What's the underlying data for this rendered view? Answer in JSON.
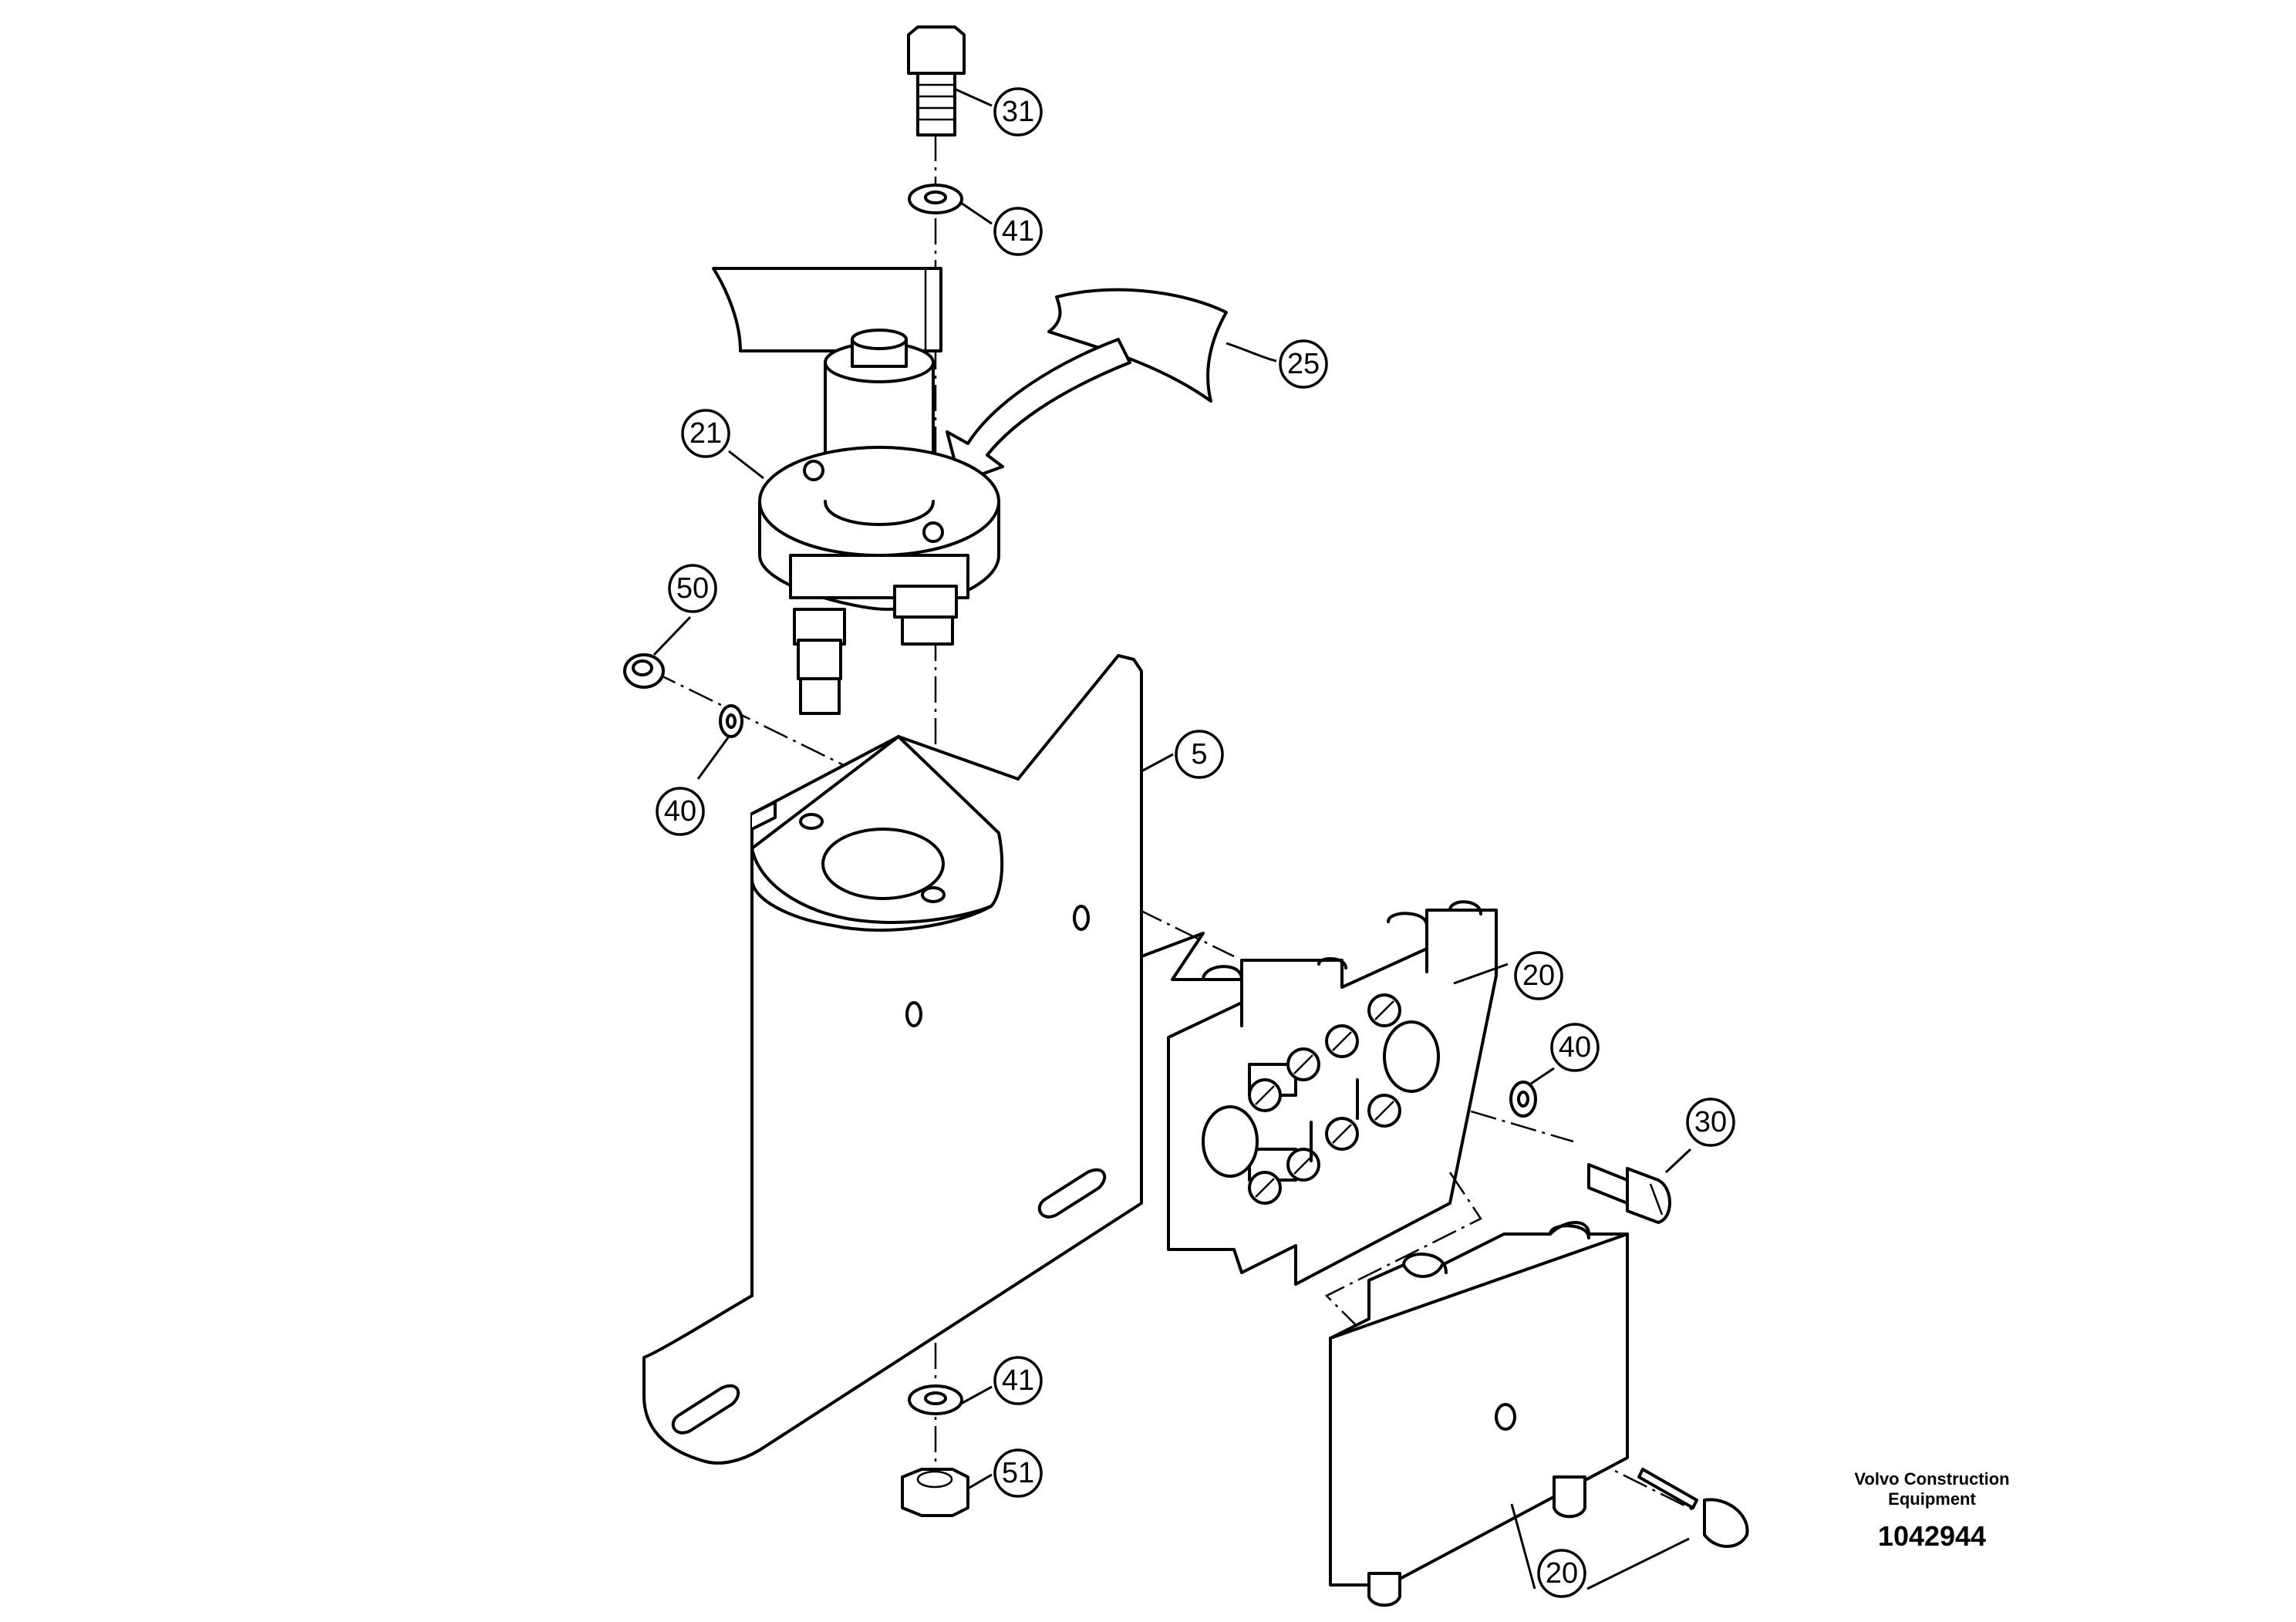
{
  "diagram": {
    "callouts": [
      {
        "id": "c31",
        "label": "31"
      },
      {
        "id": "c41a",
        "label": "41"
      },
      {
        "id": "c25",
        "label": "25"
      },
      {
        "id": "c21",
        "label": "21"
      },
      {
        "id": "c50",
        "label": "50"
      },
      {
        "id": "c40a",
        "label": "40"
      },
      {
        "id": "c5",
        "label": "5"
      },
      {
        "id": "c20a",
        "label": "20"
      },
      {
        "id": "c40b",
        "label": "40"
      },
      {
        "id": "c30",
        "label": "30"
      },
      {
        "id": "c41b",
        "label": "41"
      },
      {
        "id": "c51",
        "label": "51"
      },
      {
        "id": "c20b",
        "label": "20"
      }
    ]
  },
  "footer": {
    "company_line1": "Volvo Construction",
    "company_line2": "Equipment",
    "drawing_number": "1042944"
  },
  "colors": {
    "ink": "#000000",
    "paper": "#ffffff"
  }
}
